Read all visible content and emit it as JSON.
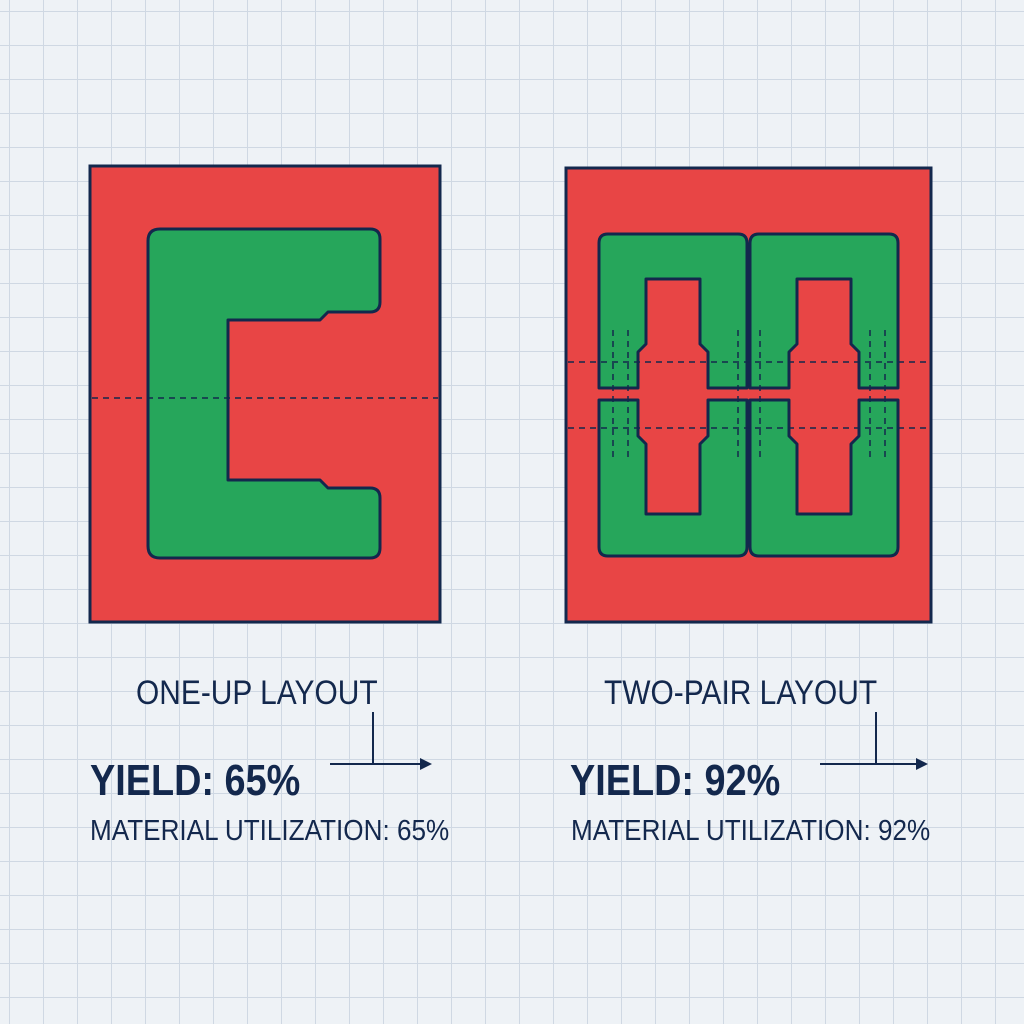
{
  "colors": {
    "sheet": "#e84545",
    "part": "#26a65b",
    "outline": "#13284d",
    "grid": "#cfd8e3",
    "background": "#eef2f6"
  },
  "layouts": [
    {
      "title": "ONE-UP LAYOUT",
      "yield_text": "YIELD: 65%",
      "utilization_text": "MATERIAL UTILIZATION: 65%",
      "yield_percent": 65,
      "utilization_percent": 65,
      "parts_per_sheet": 1
    },
    {
      "title": "TWO-PAIR LAYOUT",
      "yield_text": "YIELD: 92%",
      "utilization_text": "MATERIAL UTILIZATION: 92%",
      "yield_percent": 92,
      "utilization_percent": 92,
      "parts_per_sheet": 4
    }
  ]
}
